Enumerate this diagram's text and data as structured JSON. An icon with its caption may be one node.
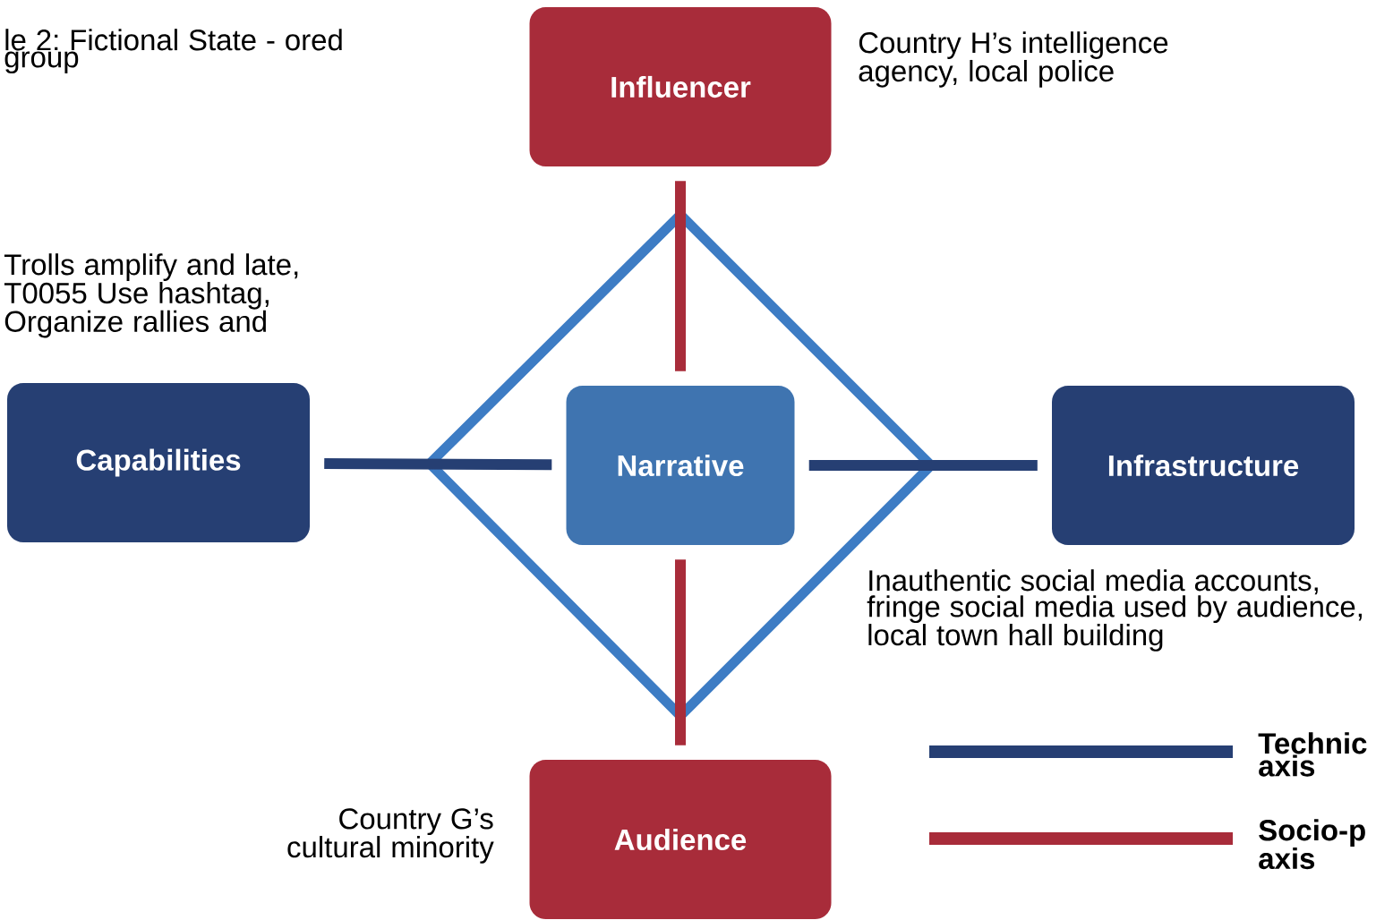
{
  "diagram": {
    "nodes": [
      {
        "text": [
          "Influencer"
        ],
        "beside": [
          "Country H’s intelligence agency, local police"
        ]
      },
      {
        "text": [
          "Capabilities"
        ],
        "beside": [
          "Trolls amplify and late, T0055 Use hashtag, Organize rallies and"
        ]
      },
      {
        "text": [
          "Narrative"
        ]
      },
      {
        "text": [
          "Infrastructure"
        ],
        "beside": [
          "Inauthentic social media accounts, fringe social media used by audience, local town hall building"
        ]
      },
      {
        "text": [
          "Audience"
        ],
        "beside": [
          "Country G’s cultural minority"
        ]
      }
    ],
    "edges": [
      {
        "from": 0,
        "to": 2,
        "arrow": "none",
        "color": "#a82c3a"
      },
      {
        "from": 1,
        "to": 2,
        "arrow": "none",
        "color": "#263f73"
      },
      {
        "from": 2,
        "to": 3,
        "arrow": "none",
        "color": "#263f73"
      },
      {
        "from": 4,
        "to": 2,
        "arrow": "none",
        "color": "#a82c3a"
      }
    ],
    "labels": [
      "le 2: Fictional State - ored group"
    ],
    "legend": [
      {
        "text": "Technic axis"
      },
      {
        "text": "Socio-p axis"
      }
    ]
  }
}
